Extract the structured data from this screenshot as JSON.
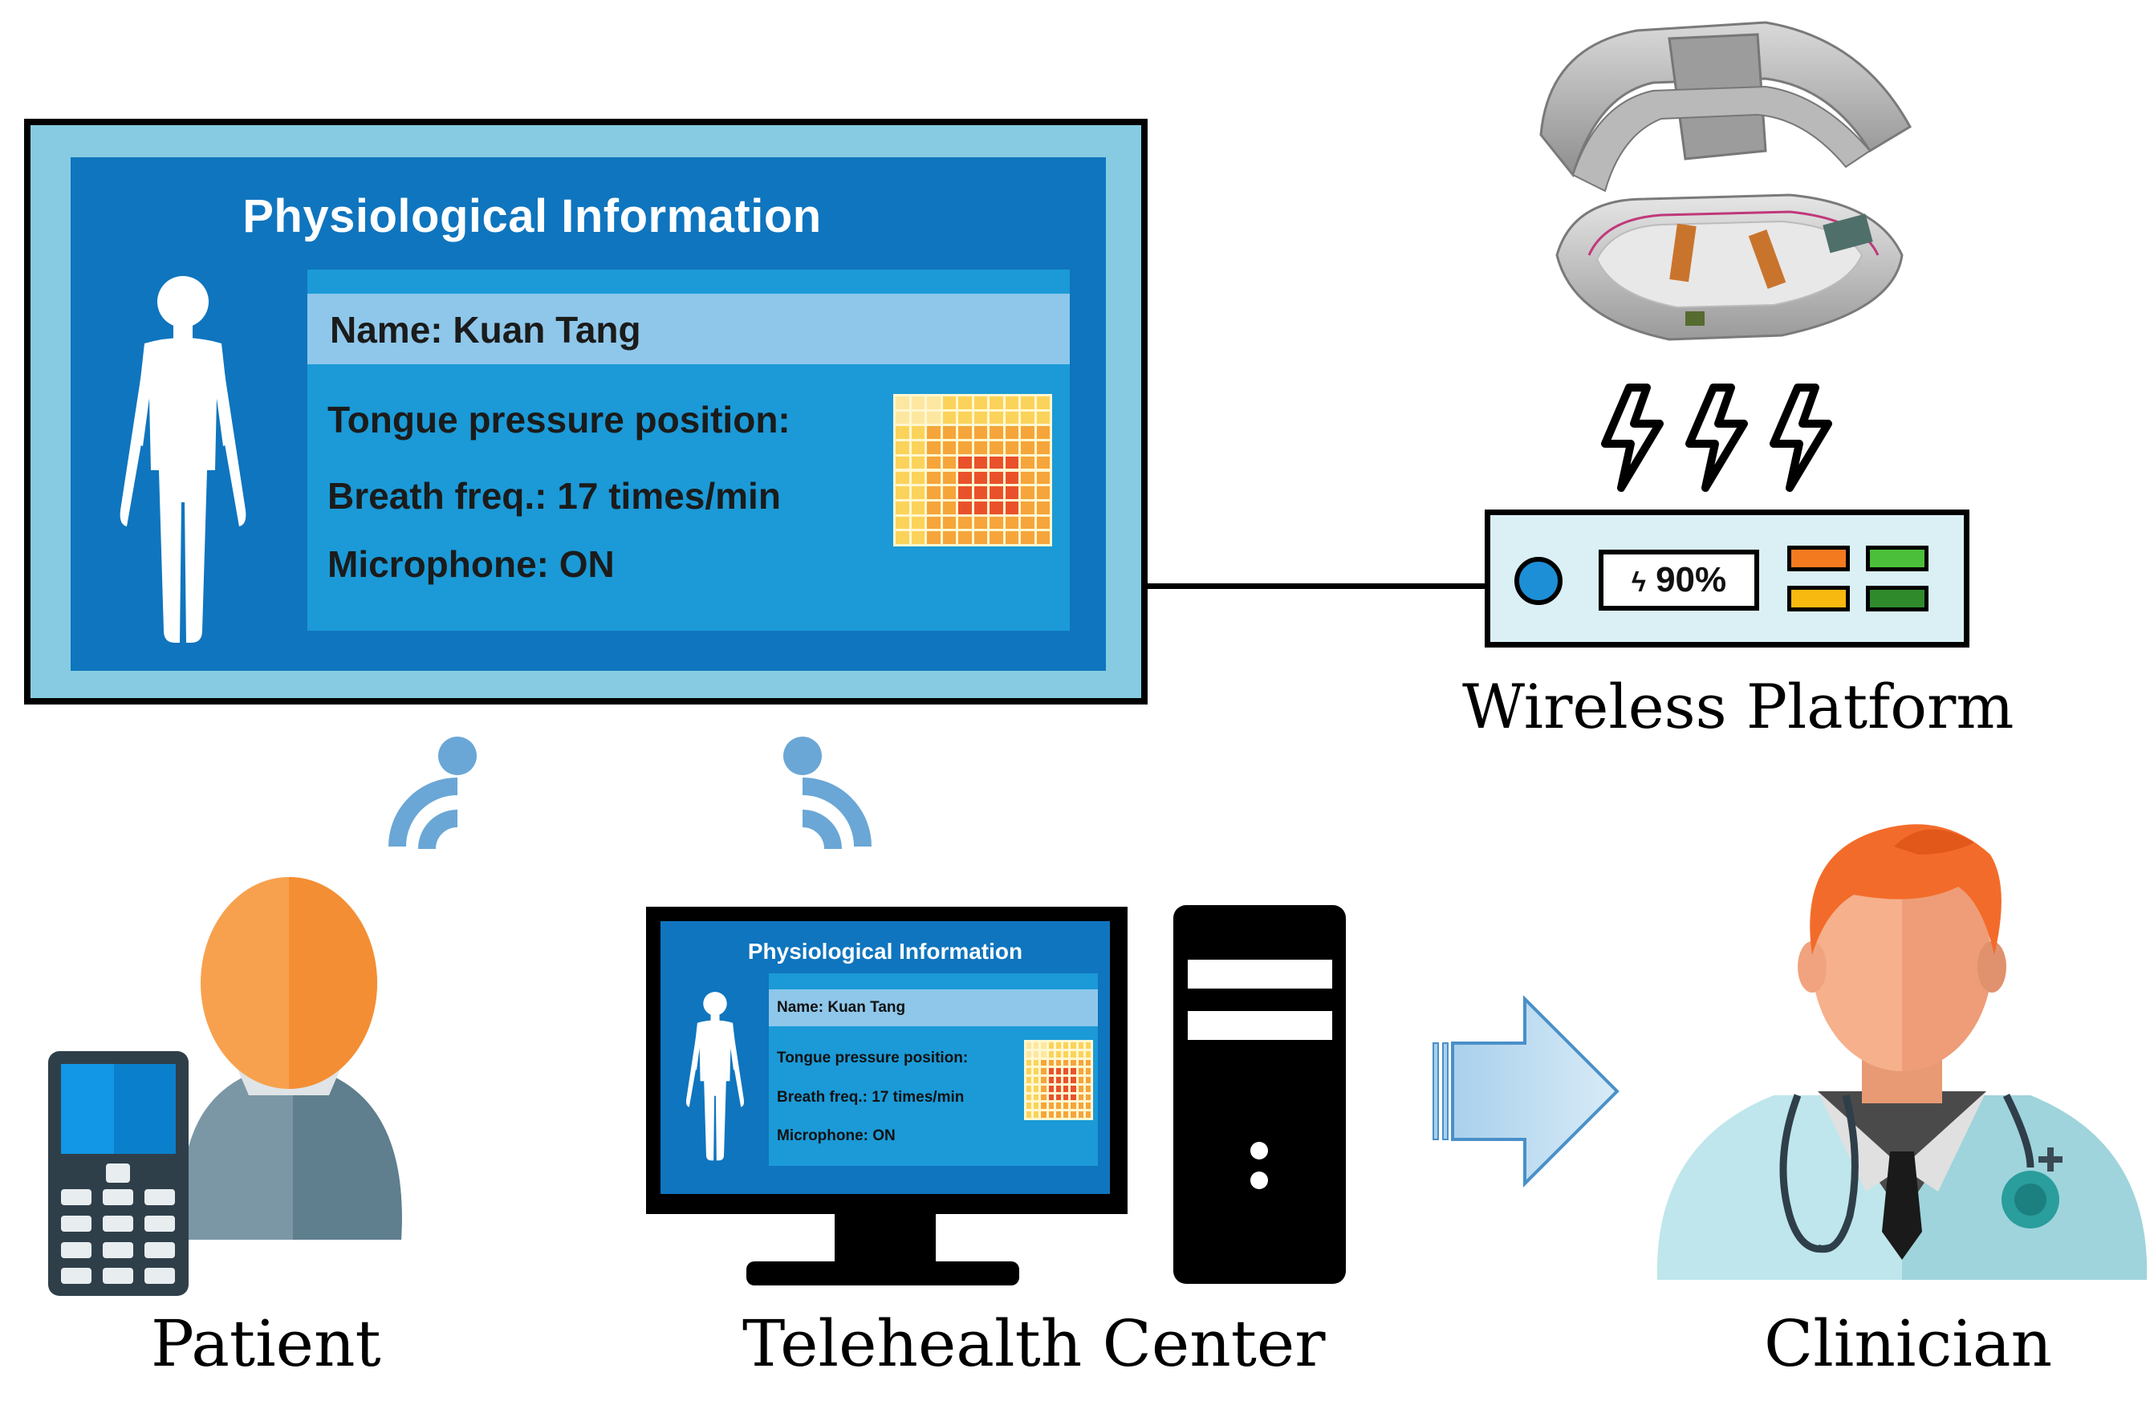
{
  "main_screen": {
    "title": "Physiological Information",
    "name_line": "Name: Kuan Tang",
    "tongue_line": "Tongue pressure position:",
    "breath_line": "Breath freq.: 17 times/min",
    "microphone_line": "Microphone: ON"
  },
  "telehealth_screen": {
    "title": "Physiological Information",
    "name_line": "Name: Kuan Tang",
    "tongue_line": "Tongue pressure position:",
    "breath_line": "Breath freq.: 17 times/min",
    "microphone_line": "Microphone: ON"
  },
  "platform": {
    "battery_text": "90%",
    "battery_level": 0.9,
    "label": "Wireless Platform"
  },
  "labels": {
    "patient": "Patient",
    "telehealth_center": "Telehealth Center",
    "clinician": "Clinician"
  },
  "icons": {
    "body": "human-body-icon",
    "lightning": "lightning-bolt-icon",
    "wifi": "wireless-signal-icon",
    "phone": "mobile-phone-icon",
    "arrow": "right-arrow-icon",
    "doctor": "doctor-avatar-icon",
    "device": "oral-sensor-device-icon"
  },
  "colors": {
    "screen_blue": "#0f75be",
    "panel_blue": "#1b9ad7",
    "name_bar": "#8ec7ea",
    "frame_light": "#86cbe1",
    "heat_low": "#fbd35a",
    "heat_mid": "#f6a53a",
    "heat_high": "#e9512b",
    "wifi": "#6aa7d6"
  }
}
